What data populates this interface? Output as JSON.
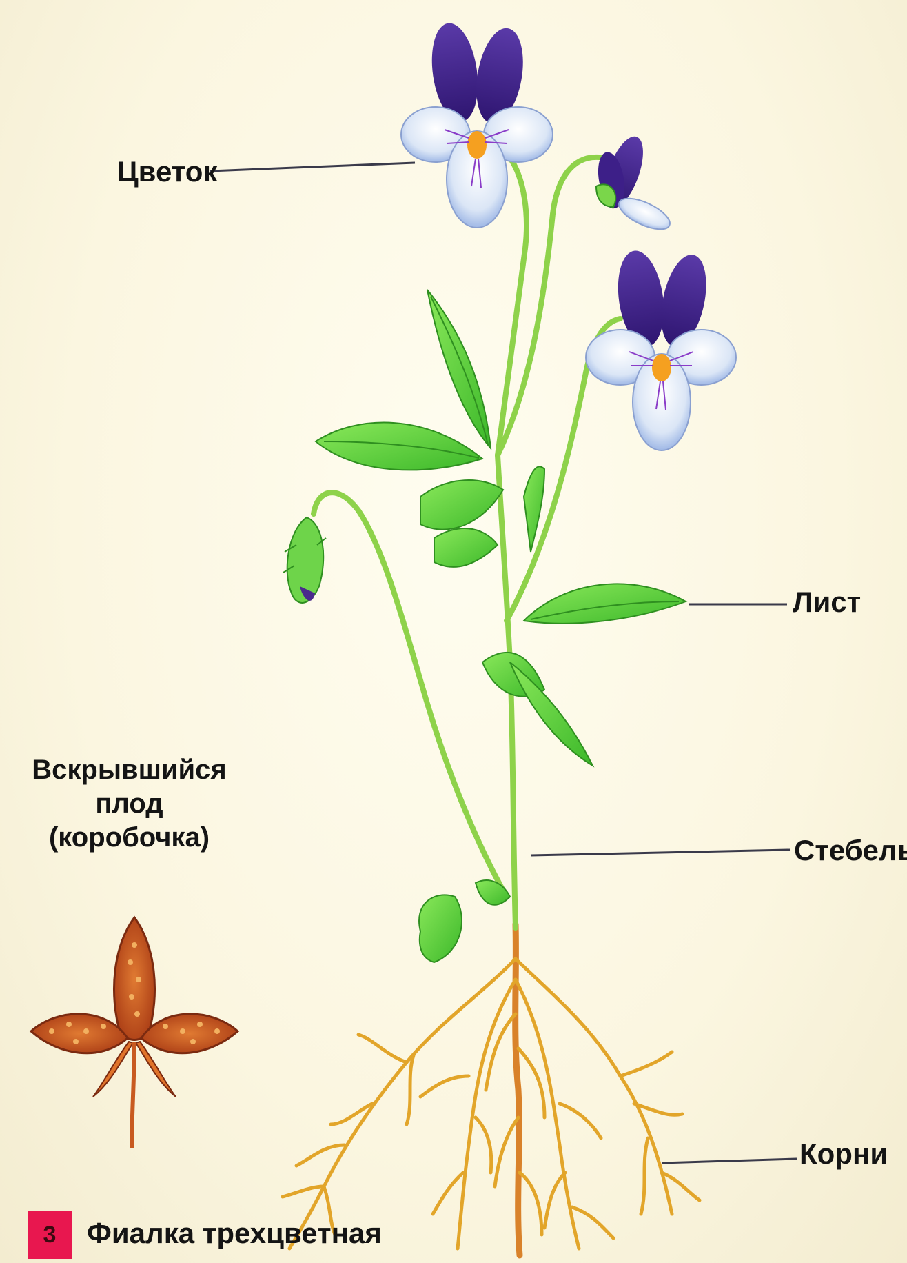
{
  "labels": {
    "flower": "Цветок",
    "leaf": "Лист",
    "stem": "Стебель",
    "roots": "Корни",
    "fruit_line1": "Вскрывшийся плод",
    "fruit_line2": "(коробочка)"
  },
  "figure": {
    "number": "3",
    "caption": "Фиалка трехцветная"
  },
  "colors": {
    "background": "#fbf8e6",
    "petal_upper": "#4a2a8c",
    "petal_lower": "#e6effa",
    "flower_center": "#f5a020",
    "leaf": "#5ed23c",
    "stem": "#8ed24a",
    "root": "#e2a52a",
    "fruit": "#c8501e",
    "badge": "#e8174f"
  }
}
